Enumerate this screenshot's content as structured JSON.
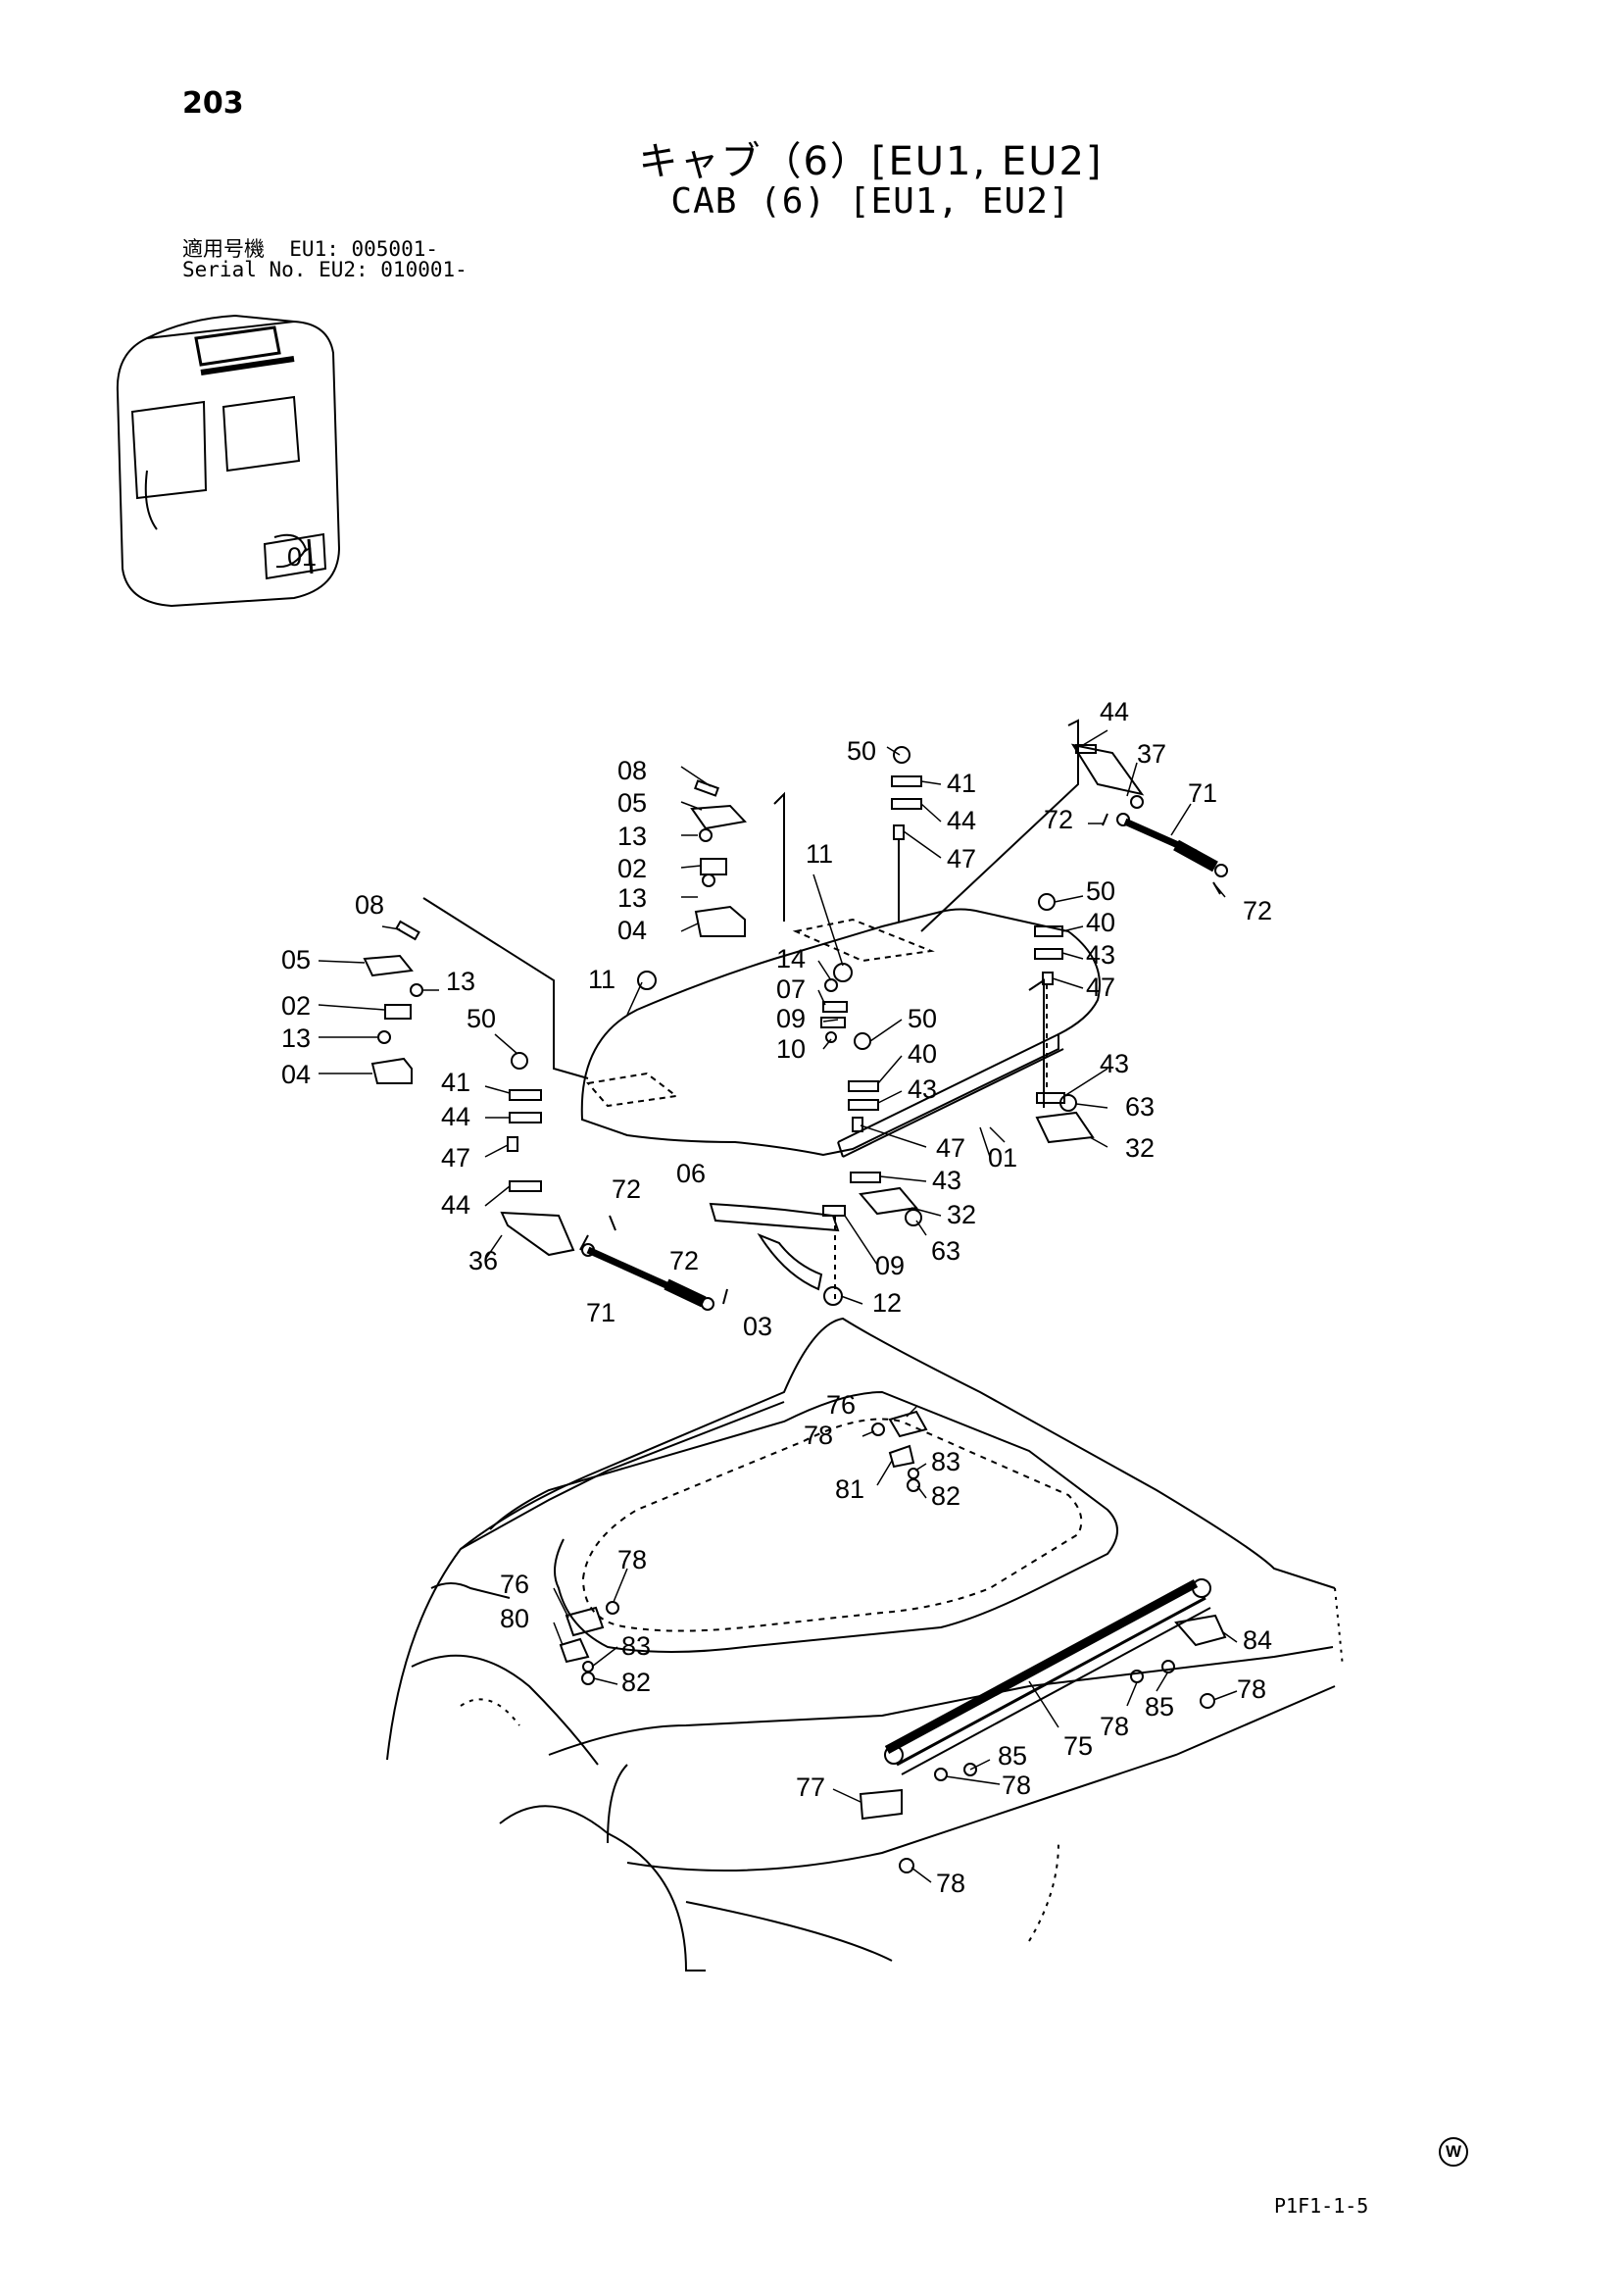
{
  "page": {
    "number": "203",
    "title_jp": "キャブ（6）[EU1, EU2]",
    "title_en": "CAB (6) [EU1, EU2]",
    "serial_line1": "適用号機  EU1: 005001-",
    "serial_line2": "Serial No. EU2: 010001-",
    "page_code": "P1F1-1-5",
    "mark": "W"
  },
  "inset": {
    "label": "01"
  },
  "callouts": [
    "08",
    "05",
    "13",
    "02",
    "13",
    "04",
    "08",
    "05",
    "02",
    "13",
    "13",
    "04",
    "50",
    "41",
    "44",
    "47",
    "44",
    "36",
    "72",
    "71",
    "72",
    "06",
    "03",
    "11",
    "11",
    "14",
    "07",
    "09",
    "10",
    "50",
    "40",
    "43",
    "47",
    "01",
    "43",
    "32",
    "09",
    "63",
    "12",
    "50",
    "41",
    "44",
    "47",
    "44",
    "37",
    "71",
    "72",
    "72",
    "50",
    "40",
    "43",
    "47",
    "43",
    "63",
    "32",
    "76",
    "78",
    "83",
    "81",
    "82",
    "78",
    "76",
    "80",
    "83",
    "82",
    "84",
    "78",
    "85",
    "78",
    "75",
    "85",
    "78",
    "77",
    "78"
  ]
}
